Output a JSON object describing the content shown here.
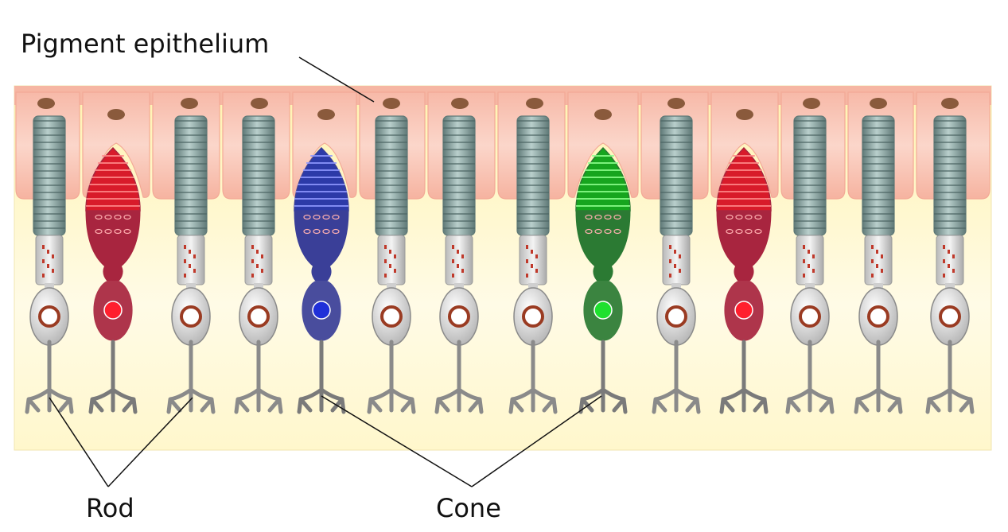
{
  "labels": {
    "pigment_epithelium": "Pigment epithelium",
    "rod": "Rod",
    "cone": "Cone"
  },
  "cells": [
    {
      "type": "rod"
    },
    {
      "type": "cone",
      "color": "red"
    },
    {
      "type": "rod"
    },
    {
      "type": "rod"
    },
    {
      "type": "cone",
      "color": "blue"
    },
    {
      "type": "rod"
    },
    {
      "type": "rod"
    },
    {
      "type": "rod"
    },
    {
      "type": "cone",
      "color": "green"
    },
    {
      "type": "rod"
    },
    {
      "type": "cone",
      "color": "red"
    },
    {
      "type": "rod"
    },
    {
      "type": "rod"
    },
    {
      "type": "rod"
    }
  ],
  "colors": {
    "red": {
      "base": "#d81b2a",
      "dark": "#a8253f",
      "light": "#ff8a8a",
      "nucleus": "#ff1f2e"
    },
    "blue": {
      "base": "#2c3aa8",
      "dark": "#3a3f98",
      "light": "#8f98ff",
      "nucleus": "#1f2fd8"
    },
    "green": {
      "base": "#16a51e",
      "dark": "#2b7a33",
      "light": "#8dff8d",
      "nucleus": "#1fe02f"
    },
    "rod_disc": "#8fa8a5",
    "rod_disc_dark": "#5f7977",
    "epithelium": "#f9cdbf",
    "epithelium_edge": "#f3a996",
    "background_fill": "#fff5c2",
    "cell_body": "#dcdcdc",
    "cell_stroke": "#7a7a7a",
    "melanin": "#8a5a3c"
  }
}
